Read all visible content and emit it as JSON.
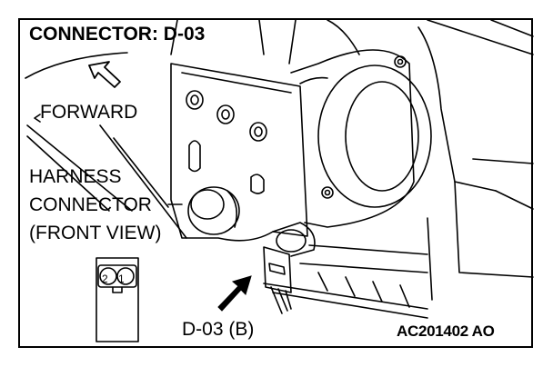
{
  "title": "CONNECTOR: D-03",
  "direction_label": "FORWARD",
  "harness_label_lines": [
    "HARNESS",
    "CONNECTOR",
    "(FRONT VIEW)"
  ],
  "connector_id": "D-03 (B)",
  "figure_code": "AC201402 AO",
  "pin_numbers": [
    "1",
    "2"
  ],
  "colors": {
    "line": "#000000",
    "background": "#ffffff"
  }
}
